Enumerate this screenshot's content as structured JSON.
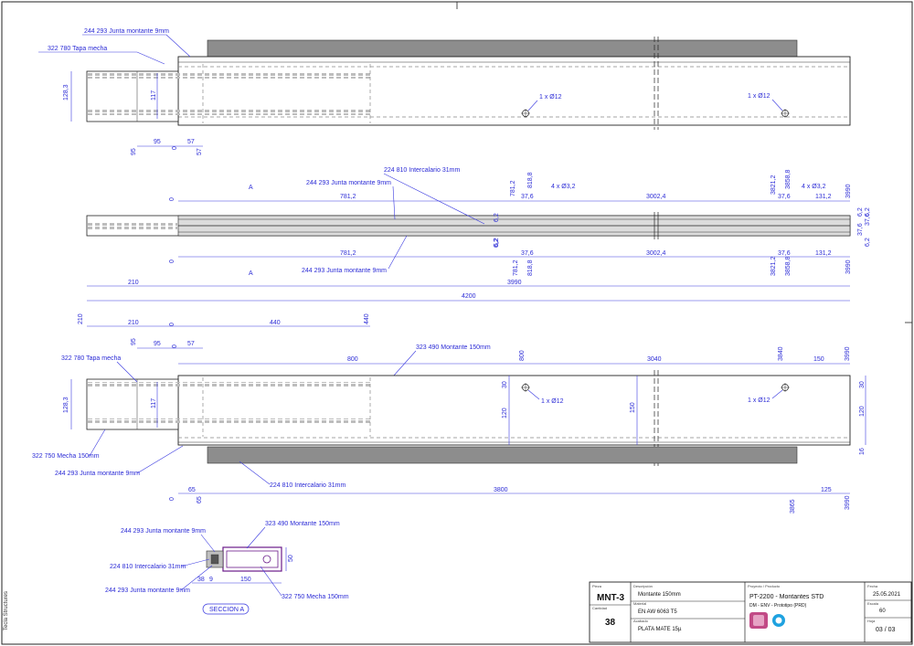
{
  "side_text": "Tecla Structures",
  "view1": {
    "junta_label": "244 293 Junta montante 9mm",
    "tapa_label": "322 780 Tapa mecha",
    "hole1": "1 x Ø12",
    "hole2": "1 x Ø12",
    "d_128_3": "128,3",
    "d_117": "117",
    "d_95": "95",
    "d_0": "0",
    "d_57": "57",
    "d_95v": "95",
    "d_57v": "57"
  },
  "view2": {
    "intercalario_label": "224 810 Intercalario 31mm",
    "junta_top": "244 293 Junta montante 9mm",
    "junta_bot": "244 293 Junta montante 9mm",
    "section_mark": "A",
    "holes_left": "4 x Ø3,2",
    "holes_right": "4 x Ø3,2",
    "top": {
      "z": "0",
      "a": "781,2",
      "b": "781,2",
      "c": "818,8",
      "d": "37,6",
      "e": "3002,4",
      "f": "3821,2",
      "g": "3858,8",
      "h": "37,6",
      "i": "131,2",
      "j": "3990",
      "k": "6,2",
      "l": "6,2"
    },
    "bot": {
      "z": "0",
      "a": "781,2",
      "b": "37,6",
      "c": "3002,4",
      "d": "37,6",
      "e": "131,2",
      "f": "781,2",
      "g": "818,8",
      "h": "3821,2",
      "i": "3858,8",
      "j": "3990",
      "k": "6,2"
    },
    "right": {
      "a": "37,6",
      "b": "6,2",
      "c": "6,2",
      "d": "37,6",
      "e": "6,2"
    },
    "overall_210": "210",
    "overall_3990": "3990",
    "overall_4200": "4200"
  },
  "view3": {
    "top": {
      "a": "210",
      "b": "210",
      "c": "0",
      "d": "440",
      "e": "440"
    },
    "second": {
      "a": "95",
      "b": "95",
      "c": "0",
      "d": "57",
      "e": "800",
      "f": "800",
      "g": "3040",
      "h": "3840",
      "i": "150",
      "j": "3990"
    },
    "montante_label": "323 490 Montante 150mm",
    "tapa_label": "322 780 Tapa mecha",
    "mecha_label": "322 750 Mecha 150mm",
    "junta_label": "244 293 Junta montante 9mm",
    "intercalario_label": "224 810 Intercalario 31mm",
    "hole1": "1 x Ø12",
    "hole2": "1 x Ø12",
    "d_128_3": "128,3",
    "d_117": "117",
    "d_30": "30",
    "d_120": "120",
    "d_150": "150",
    "d_30r": "30",
    "d_120r": "120",
    "d_16": "16",
    "bottom": {
      "a": "0",
      "b": "65",
      "c": "65",
      "d": "3800",
      "e": "3865",
      "f": "125",
      "g": "3990"
    }
  },
  "section": {
    "junta_top": "244 293 Junta montante 9mm",
    "montante": "323 490 Montante 150mm",
    "intercalario": "224 810 Intercalario 31mm",
    "junta_bot": "244 293 Junta montante 9mm",
    "mecha": "322 750 Mecha 150mm",
    "d_50": "50",
    "d_38": "38",
    "d_9": "9",
    "d_150": "150",
    "title": "SECCION A"
  },
  "titleblock": {
    "code_label": "Pieza",
    "code": "MNT-3",
    "qty_label": "Cantidad",
    "qty": "38",
    "desc_label": "Descripción",
    "desc": "Montante 150mm",
    "material_label": "Material",
    "material": "EN AW 6063 T5",
    "finish_label": "Acabado",
    "finish": "PLATA MATE 15µ",
    "project_label": "Proyecto / Producto",
    "project": "PT-2200 - Montantes STD",
    "project_sub": "DM - ENV - Prototipo (PRD)",
    "date_label": "Fecha",
    "date": "25.05.2021",
    "scale_label": "Escala",
    "scale": "60",
    "sheet_label": "Hoja",
    "sheet": "03 / 03"
  }
}
